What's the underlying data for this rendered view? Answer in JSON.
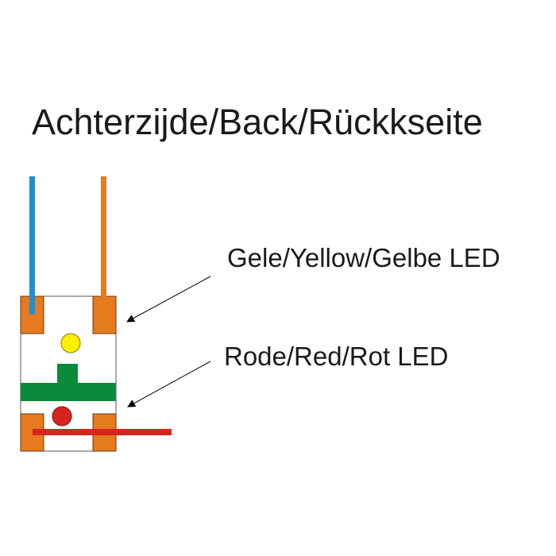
{
  "title": "Achterzijde/Back/Rückkseite",
  "labels": {
    "yellow_led": "Gele/Yellow/Gelbe LED",
    "red_led": "Rode/Red/Rot LED"
  },
  "colors": {
    "pad": "#e67a1e",
    "wire_blue": "#1e8fd6",
    "wire_orange": "#e67a1e",
    "yellow_led": "#ffee00",
    "red_led": "#d8231f",
    "green_trace": "#0a8a3a",
    "red_wire": "#d8231f"
  }
}
